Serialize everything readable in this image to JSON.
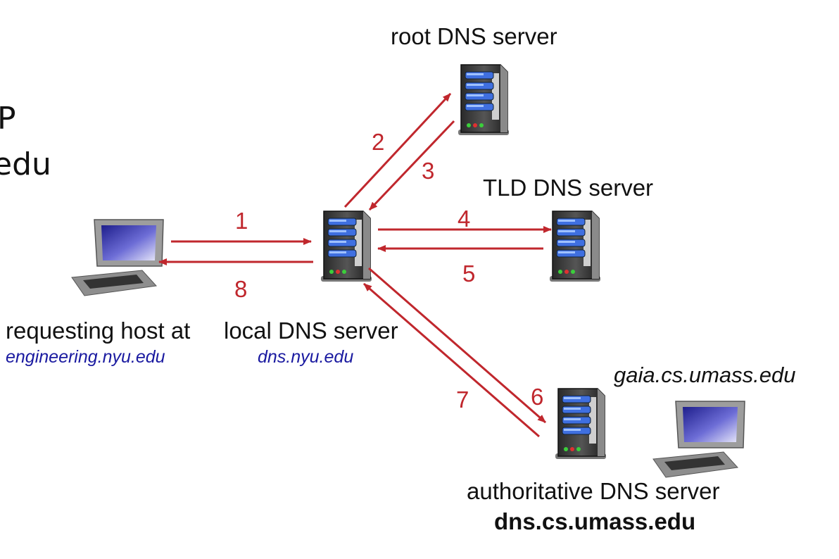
{
  "title_fragments": {
    "line1": "P",
    "line2": "edu"
  },
  "nodes": {
    "requesting_host": {
      "label": "requesting host at",
      "hostname": "engineering.nyu.edu"
    },
    "local_dns": {
      "label": "local DNS server",
      "hostname": "dns.nyu.edu"
    },
    "root_dns": {
      "label": "root DNS server"
    },
    "tld_dns": {
      "label": "TLD DNS server"
    },
    "authoritative_dns": {
      "label": "authoritative DNS server",
      "hostname": "dns.cs.umass.edu"
    },
    "target_host": {
      "hostname": "gaia.cs.umass.edu"
    }
  },
  "steps": [
    "1",
    "2",
    "3",
    "4",
    "5",
    "6",
    "7",
    "8"
  ],
  "colors": {
    "arrow": "#c0272d",
    "hostname_blue": "#1a1aa0"
  }
}
